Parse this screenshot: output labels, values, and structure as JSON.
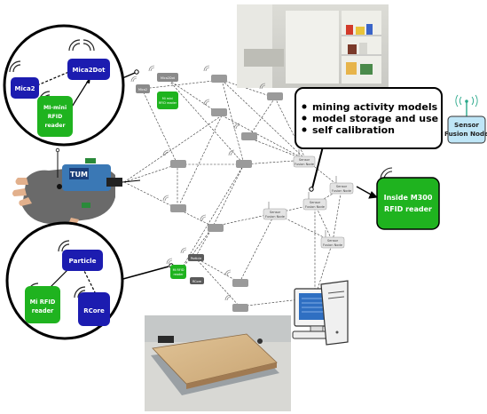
{
  "callout": {
    "items": [
      "mining activity models",
      "model storage and use",
      "self calibration"
    ]
  },
  "sensor_fusion_node": {
    "label_line1": "Sensor",
    "label_line2": "Fusion Node"
  },
  "inside_reader": {
    "line1": "Inside M300",
    "line2": "RFID reader"
  },
  "top_circle": {
    "mica2": "Mica2",
    "mica2dot": "Mica2Dot",
    "reader_line1": "MI-mini",
    "reader_line2": "RFID",
    "reader_line3": "reader"
  },
  "bottom_circle": {
    "particle": "Particle",
    "reader_line1": "Mi RFID",
    "reader_line2": "reader",
    "rcore": "RCore"
  },
  "network": {
    "small_mica2dot": "Mica2Dot",
    "small_mica2": "Mica2",
    "small_reader_line1": "Mi mini",
    "small_reader_line2": "RFID reader",
    "small_particle": "Particle",
    "small_mirfid_line1": "Mi RFID",
    "small_mirfid_line2": "reader",
    "small_rcore": "RCore",
    "fusion_node_line1": "Sensor",
    "fusion_node_line2": "Fusion Node"
  },
  "glove": {
    "badge": "TUM"
  },
  "colors": {
    "blue": "#1c1cb0",
    "green": "#1fb31f",
    "gray": "#9a9a9a",
    "light_blue": "#bfe6f7"
  }
}
